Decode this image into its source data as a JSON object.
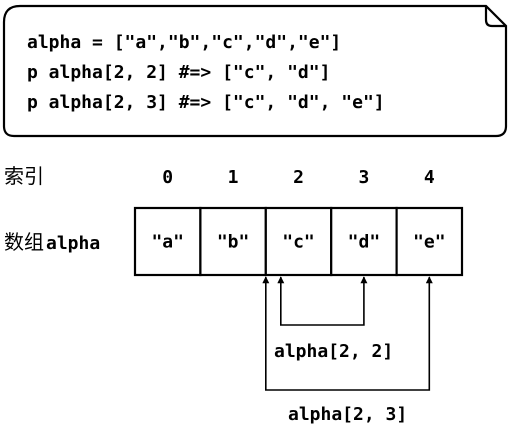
{
  "code": {
    "lines": [
      "alpha = [\"a\",\"b\",\"c\",\"d\",\"e\"]",
      "p alpha[2, 2]   #=> [\"c\", \"d\"]",
      "p alpha[2, 3]   #=> [\"c\", \"d\", \"e\"]"
    ]
  },
  "index_label": "索引",
  "array_label_cn": "数组",
  "array_label_name": "alpha",
  "indices": [
    "0",
    "1",
    "2",
    "3",
    "4"
  ],
  "cells": [
    "\"a\"",
    "\"b\"",
    "\"c\"",
    "\"d\"",
    "\"e\""
  ],
  "ranges": [
    {
      "expr": "alpha[2, 2]",
      "start": 2,
      "length": 2
    },
    {
      "expr": "alpha[2, 3]",
      "start": 2,
      "length": 3
    }
  ]
}
